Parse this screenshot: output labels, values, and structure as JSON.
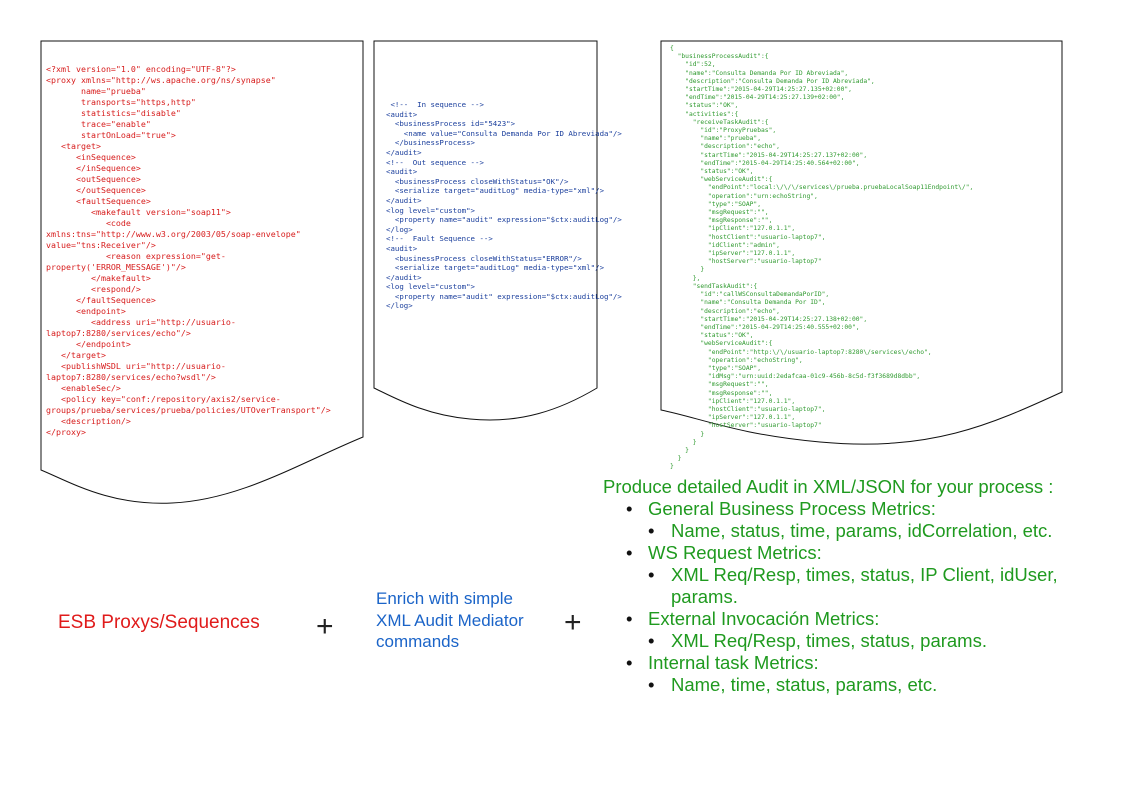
{
  "documents": {
    "proxy_config": [
      "<?xml version=\"1.0\" encoding=\"UTF-8\"?>",
      "<proxy xmlns=\"http://ws.apache.org/ns/synapse\"",
      "       name=\"prueba\"",
      "       transports=\"https,http\"",
      "       statistics=\"disable\"",
      "       trace=\"enable\"",
      "       startOnLoad=\"true\">",
      "   <target>",
      "      <inSequence>",
      "      </inSequence>",
      "      <outSequence>",
      "      </outSequence>",
      "      <faultSequence>",
      "         <makefault version=\"soap11\">",
      "            <code",
      "xmlns:tns=\"http://www.w3.org/2003/05/soap-envelope\"",
      "value=\"tns:Receiver\"/>",
      "            <reason expression=\"get-",
      "property('ERROR_MESSAGE')\"/>",
      "         </makefault>",
      "         <respond/>",
      "      </faultSequence>",
      "      <endpoint>",
      "         <address uri=\"http://usuario-",
      "laptop7:8280/services/echo\"/>",
      "      </endpoint>",
      "   </target>",
      "   <publishWSDL uri=\"http://usuario-",
      "laptop7:8280/services/echo?wsdl\"/>",
      "   <enableSec/>",
      "   <policy key=\"conf:/repository/axis2/service-",
      "groups/prueba/services/prueba/policies/UTOverTransport\"/>",
      "   <description/>",
      "</proxy>"
    ],
    "audit_commands": [
      " <!--  In sequence -->",
      "<audit>",
      "  <businessProcess id=\"5423\">",
      "    <name value=\"Consulta Demanda Por ID Abreviada\"/>",
      "  </businessProcess>",
      "</audit>",
      "<!--  Out sequence -->",
      "<audit>",
      "  <businessProcess closeWithStatus=\"OK\"/>",
      "  <serialize target=\"auditLog\" media-type=\"xml\"/>",
      "</audit>",
      "<log level=\"custom\">",
      "  <property name=\"audit\" expression=\"$ctx:auditLog\"/>",
      "</log>",
      "<!--  Fault Sequence -->",
      "<audit>",
      "  <businessProcess closeWithStatus=\"ERROR\"/>",
      "  <serialize target=\"auditLog\" media-type=\"xml\"/>",
      "</audit>",
      "<log level=\"custom\">",
      "  <property name=\"audit\" expression=\"$ctx:auditLog\"/>",
      "</log>"
    ],
    "audit_json": [
      "{",
      "  \"businessProcessAudit\":{",
      "    \"id\":52,",
      "    \"name\":\"Consulta Demanda Por ID Abreviada\",",
      "    \"description\":\"Consulta Demanda Por ID Abreviada\",",
      "    \"startTime\":\"2015-04-29T14:25:27.135+02:00\",",
      "    \"endTime\":\"2015-04-29T14:25:27.139+02:00\",",
      "    \"status\":\"OK\",",
      "    \"activities\":{",
      "      \"receiveTaskAudit\":{",
      "        \"id\":\"ProxyPruebas\",",
      "        \"name\":\"prueba\",",
      "        \"description\":\"echo\",",
      "        \"startTime\":\"2015-04-29T14:25:27.137+02:00\",",
      "        \"endTime\":\"2015-04-29T14:25:40.564+02:00\",",
      "        \"status\":\"OK\",",
      "        \"webServiceAudit\":{",
      "          \"endPoint\":\"local:\\/\\/\\/services\\/prueba.pruebaLocalSoap11Endpoint\\/\",",
      "          \"operation\":\"urn:echoString\",",
      "          \"type\":\"SOAP\",",
      "          \"msgRequest\":\"\",",
      "          \"msgResponse\":\"\",",
      "          \"ipClient\":\"127.0.1.1\",",
      "          \"hostClient\":\"usuario-laptop7\",",
      "          \"idClient\":\"admin\",",
      "          \"ipServer\":\"127.0.1.1\",",
      "          \"hostServer\":\"usuario-laptop7\"",
      "        }",
      "      },",
      "      \"sendTaskAudit\":{",
      "        \"id\":\"callWSConsultaDemandaPorID\",",
      "        \"name\":\"Consulta Demanda Por ID\",",
      "        \"description\":\"echo\",",
      "        \"startTime\":\"2015-04-29T14:25:27.138+02:00\",",
      "        \"endTime\":\"2015-04-29T14:25:40.555+02:00\",",
      "        \"status\":\"OK\",",
      "        \"webServiceAudit\":{",
      "          \"endPoint\":\"http:\\/\\/usuario-laptop7:8280\\/services\\/echo\",",
      "          \"operation\":\"echoString\",",
      "          \"type\":\"SOAP\",",
      "          \"idMsg\":\"urn:uuid:2edafcaa-01c9-456b-8c5d-f3f3689d8dbb\",",
      "          \"msgRequest\":\"\",",
      "          \"msgResponse\":\"\",",
      "          \"ipClient\":\"127.0.1.1\",",
      "          \"hostClient\":\"usuario-laptop7\",",
      "          \"ipServer\":\"127.0.1.1\",",
      "          \"hostServer\":\"usuario-laptop7\"",
      "        }",
      "      }",
      "    }",
      "  }",
      "}"
    ]
  },
  "labels": {
    "esb": "ESB Proxys/Sequences",
    "plus": "+",
    "enrich": [
      "Enrich with simple",
      "XML Audit Mediator",
      " commands"
    ]
  },
  "audit_text": {
    "intro": "Produce detailed Audit in XML/JSON for your process :",
    "items": [
      {
        "title": "General Business Process Metrics:",
        "details": [
          "Name, status, time, params, idCorrelation, etc."
        ]
      },
      {
        "title": "WS Request Metrics:",
        "details": [
          "XML Req/Resp, times, status, IP Client, idUser, params."
        ]
      },
      {
        "title": "External Invocación Metrics:",
        "details": [
          "XML Req/Resp, times, status, params."
        ]
      },
      {
        "title": "Internal task Metrics:",
        "details": [
          "Name, time, status, params, etc."
        ]
      }
    ]
  },
  "colors": {
    "proxy_code": "#d71c1c",
    "audit_code": "#1a3e9c",
    "json_code": "#2f9a2f",
    "esb_label": "#e01b1b",
    "enrich_label": "#1b64c8",
    "audit_text": "#1f9a1f"
  }
}
